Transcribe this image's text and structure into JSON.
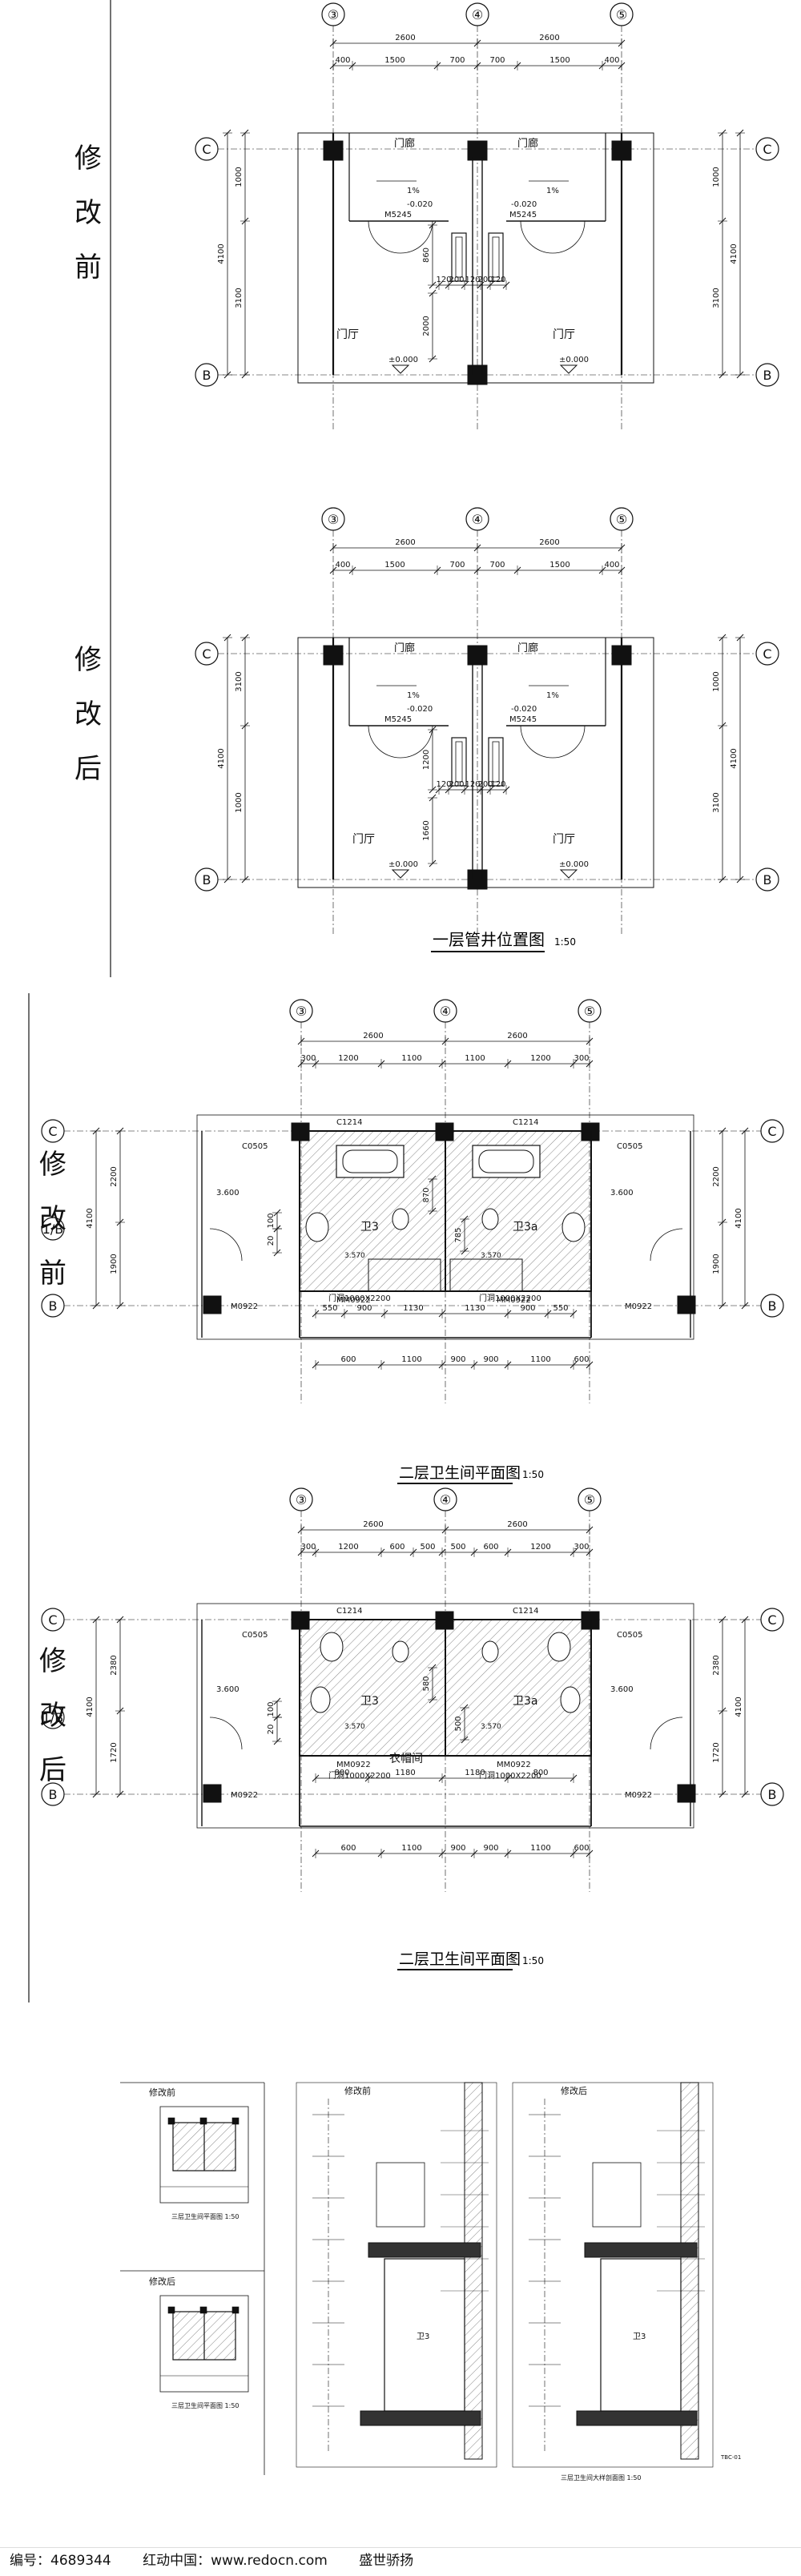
{
  "section1": {
    "before_label": [
      "修",
      "改",
      "前"
    ],
    "after_label": [
      "修",
      "改",
      "后"
    ],
    "title": "一层管井位置图",
    "scale": "1:50",
    "axes": [
      "③",
      "④",
      "⑤"
    ],
    "row_axes": [
      "C",
      "B"
    ],
    "dims_top_total": [
      "2600",
      "2600"
    ],
    "dims_top_parts": [
      "400",
      "1500",
      "700",
      "700",
      "1500",
      "400"
    ],
    "dims_side_left": [
      "1000",
      "3100",
      "4100"
    ],
    "dims_side_right": [
      "1000",
      "3100",
      "4100"
    ],
    "rooms": {
      "porch": "门廊",
      "hall": "门厅"
    },
    "door_code": "M5245",
    "elev_a": "-0.020",
    "elev_b": "±0.000",
    "slope": "1%",
    "shaft_dims": [
      "120",
      "200",
      "120",
      "200",
      "120"
    ],
    "after_dims_left": [
      "3100",
      "1000",
      "4100"
    ],
    "shaft_dim_v": [
      "1200",
      "1660",
      "2000",
      "860"
    ]
  },
  "section2": {
    "before_label": [
      "修",
      "改",
      "前"
    ],
    "after_label": [
      "修",
      "改",
      "后"
    ],
    "title": "二层卫生间平面图",
    "scale": "1:50",
    "axes": [
      "③",
      "④",
      "⑤"
    ],
    "row_axes": [
      "C",
      "1/B",
      "B"
    ],
    "dims_total": [
      "2600",
      "2600"
    ],
    "dims_parts_before": [
      "300",
      "1200",
      "1100",
      "1100",
      "1200",
      "300"
    ],
    "dims_parts_after": [
      "300",
      "1200",
      "600",
      "500",
      "500",
      "600",
      "1200",
      "300"
    ],
    "window": "C1214",
    "window2": "C0505",
    "bath_a": "卫3",
    "bath_b": "卫3a",
    "elev": "3.600",
    "elev2": "3.570",
    "door_m0922": "M0922",
    "door_mm": "MM0922",
    "door_opening": "门洞1000X2200",
    "closet": "衣帽间",
    "dims_bottom": [
      "600",
      "1100",
      "900",
      "900",
      "1100",
      "600"
    ],
    "dims_side_before": [
      "2200",
      "1900",
      "4100"
    ],
    "dims_side_after": [
      "2380",
      "1720",
      "4100"
    ],
    "dims_inner": [
      "550",
      "900",
      "1130",
      "1130",
      "900",
      "550"
    ],
    "dims_inner_after": [
      "800",
      "1180",
      "1180",
      "800"
    ],
    "dims_misc": [
      "870",
      "785",
      "580",
      "500",
      "100",
      "20"
    ]
  },
  "section3": {
    "label_before": "修改前",
    "label_after": "修改后",
    "plan_note": "三层卫生间平面图 1:50",
    "section_note": "三层卫生间大样剖面图 1:50",
    "room_mark": "卫3",
    "small_note": "TBC-01"
  },
  "footer": {
    "id": "编号：4689344",
    "site": "红动中国：www.redocn.com",
    "author": "盛世骄扬"
  }
}
